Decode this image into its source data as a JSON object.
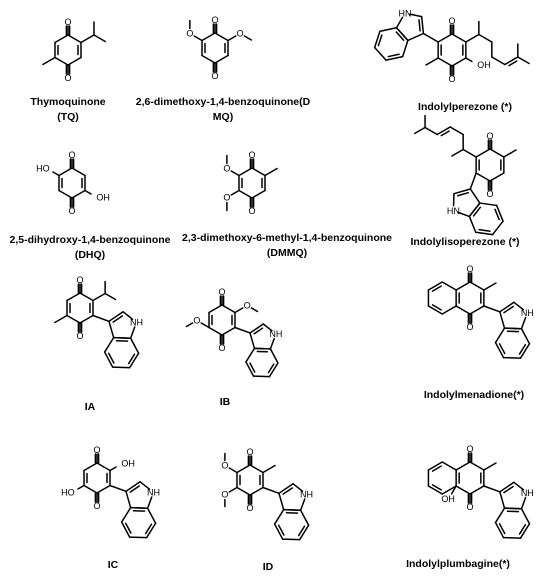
{
  "molecules": [
    {
      "id": "tq",
      "name": "Thymoquinone",
      "abbr": "(TQ)"
    },
    {
      "id": "dmbq",
      "name": "2,6-dimethoxy-1,4-benzoquinone(D",
      "name2": "MQ)"
    },
    {
      "id": "ip",
      "name": "Indolylperezone (*)"
    },
    {
      "id": "dhq",
      "name": "2,5-dihydroxy-1,4-benzoquinone",
      "abbr": "(DHQ)"
    },
    {
      "id": "dmmq",
      "name": "2,3-dimethoxy-6-methyl-1,4-benzoquinone",
      "abbr": "(DMMQ)"
    },
    {
      "id": "iip",
      "name": "Indolylisoperezone (*)"
    },
    {
      "id": "ia",
      "name": "IA"
    },
    {
      "id": "ib",
      "name": "IB"
    },
    {
      "id": "imn",
      "name": "Indolylmenadione(*)"
    },
    {
      "id": "ic",
      "name": "IC"
    },
    {
      "id": "id",
      "name": "ID"
    },
    {
      "id": "ipl",
      "name": "Indolylplumbagine(*)"
    }
  ],
  "atoms": {
    "oxygen": "O",
    "hydroxyl_right": "OH",
    "hydroxyl_left": "HO",
    "amine": "NH",
    "amine_left": "HN"
  }
}
